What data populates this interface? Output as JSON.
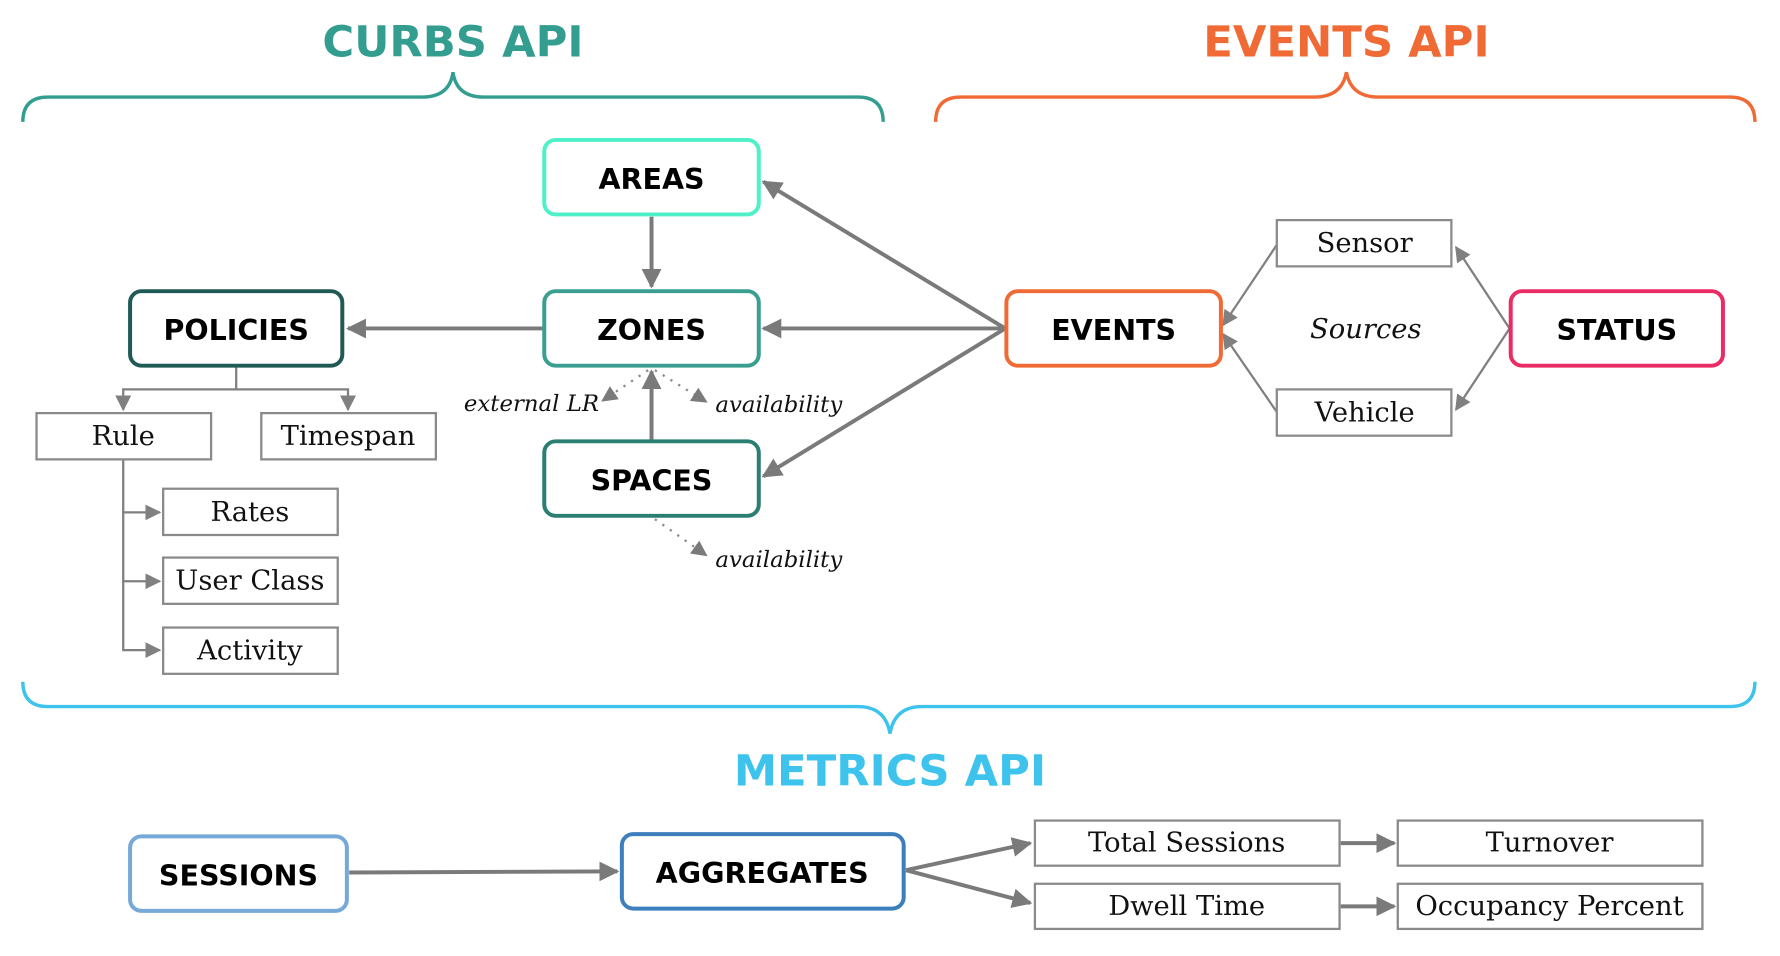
{
  "colors": {
    "curbs": "#339e8f",
    "events": "#f06a35",
    "metrics": "#3dc3ec",
    "areas": "#4ef0c8",
    "zones": "#3a9e91",
    "spaces": "#2b7f72",
    "policies": "#1f5a55",
    "events_node": "#f06a35",
    "status": "#ea2c66",
    "sessions": "#76a8d8",
    "aggregates": "#3d7fbd",
    "edge": "#7a7a7a"
  },
  "groups": {
    "curbs": {
      "title": "CURBS API"
    },
    "events": {
      "title": "EVENTS API"
    },
    "metrics": {
      "title": "METRICS API"
    }
  },
  "nodes": {
    "areas": "AREAS",
    "zones": "ZONES",
    "spaces": "SPACES",
    "policies": "POLICIES",
    "events": "EVENTS",
    "status": "STATUS",
    "sessions": "SESSIONS",
    "aggregates": "AGGREGATES"
  },
  "leaves": {
    "rule": "Rule",
    "timespan": "Timespan",
    "rates": "Rates",
    "user_class": "User Class",
    "activity": "Activity",
    "sensor": "Sensor",
    "vehicle": "Vehicle",
    "total_sessions": "Total Sessions",
    "dwell_time": "Dwell Time",
    "turnover": "Turnover",
    "occupancy_percent": "Occupancy Percent"
  },
  "annotations": {
    "external_lr": "external LR",
    "zones_availability": "availability",
    "spaces_availability": "availability",
    "sources": "Sources"
  },
  "edges": [
    {
      "from": "AREAS",
      "to": "ZONES"
    },
    {
      "from": "ZONES",
      "to": "POLICIES"
    },
    {
      "from": "SPACES",
      "to": "ZONES"
    },
    {
      "from": "EVENTS",
      "to": "AREAS"
    },
    {
      "from": "EVENTS",
      "to": "ZONES"
    },
    {
      "from": "EVENTS",
      "to": "SPACES"
    },
    {
      "from": "POLICIES",
      "to": "Rule"
    },
    {
      "from": "POLICIES",
      "to": "Timespan"
    },
    {
      "from": "Rule",
      "to": "Rates"
    },
    {
      "from": "Rule",
      "to": "User Class"
    },
    {
      "from": "Rule",
      "to": "Activity"
    },
    {
      "from": "Sensor",
      "to": "EVENTS"
    },
    {
      "from": "Vehicle",
      "to": "EVENTS"
    },
    {
      "from": "STATUS",
      "to": "Sensor"
    },
    {
      "from": "STATUS",
      "to": "Vehicle"
    },
    {
      "from": "SESSIONS",
      "to": "AGGREGATES"
    },
    {
      "from": "AGGREGATES",
      "to": "Total Sessions"
    },
    {
      "from": "AGGREGATES",
      "to": "Dwell Time"
    },
    {
      "from": "Total Sessions",
      "to": "Turnover"
    },
    {
      "from": "Dwell Time",
      "to": "Occupancy Percent"
    }
  ]
}
